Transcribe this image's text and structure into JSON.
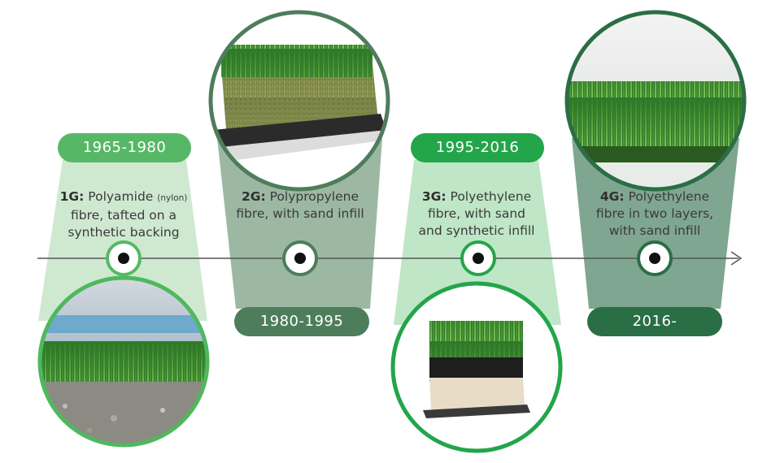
{
  "eras": [
    {
      "years": "1965-1980",
      "gen": "1G:",
      "line1": "Polyamide",
      "line1_small": "(nylon)",
      "line2": "fibre, tafted on a",
      "line3": "synthetic backing",
      "color": "#56b866"
    },
    {
      "years": "1980-1995",
      "gen": "2G:",
      "line1": "Polypropylene",
      "line2": "fibre, with sand infill",
      "line3": "",
      "color": "#4e7d5b"
    },
    {
      "years": "1995-2016",
      "gen": "3G:",
      "line1": "Polyethylene",
      "line2": "fibre, with sand",
      "line3": "and synthetic infill",
      "color": "#23a54a"
    },
    {
      "years": "2016-",
      "gen": "4G:",
      "line1": "Polyethylene",
      "line2": "fibre in two layers,",
      "line3": "with sand infill",
      "color": "#2a6e45"
    }
  ],
  "images": [
    "1G artificial turf photo",
    "2G artificial turf sample",
    "3G artificial turf sample",
    "4G artificial turf photo"
  ]
}
